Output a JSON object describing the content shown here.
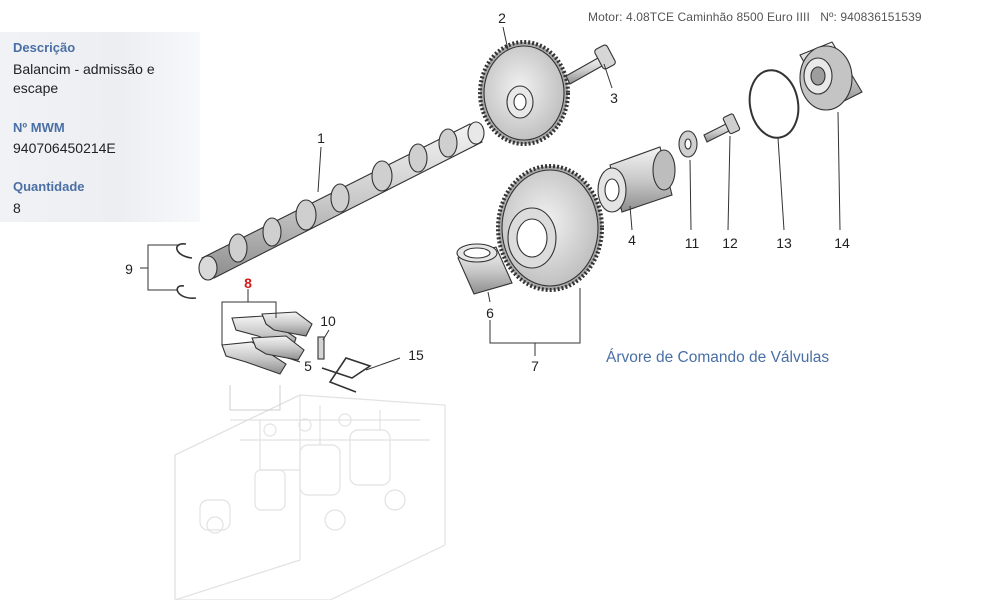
{
  "header": {
    "motor_label": "Motor:",
    "motor_value": "4.08TCE Caminhão 8500 Euro IIII",
    "number_label": "Nº:",
    "number_value": "940836151539"
  },
  "info_panel": {
    "description_label": "Descrição",
    "description_value": "Balancim - admissão e escape",
    "mwm_label": "Nº MWM",
    "mwm_value": "940706450214E",
    "quantity_label": "Quantidade",
    "quantity_value": "8"
  },
  "diagram": {
    "caption": "Árvore de Comando de Válvulas",
    "highlighted_callout": "8",
    "callouts": [
      "1",
      "2",
      "3",
      "4",
      "5",
      "6",
      "7",
      "8",
      "9",
      "10",
      "11",
      "12",
      "13",
      "14",
      "15"
    ]
  },
  "colors": {
    "label_blue": "#4a6fa5",
    "highlight_red": "#d31b1b",
    "panel_bg": "#eef0f3"
  }
}
